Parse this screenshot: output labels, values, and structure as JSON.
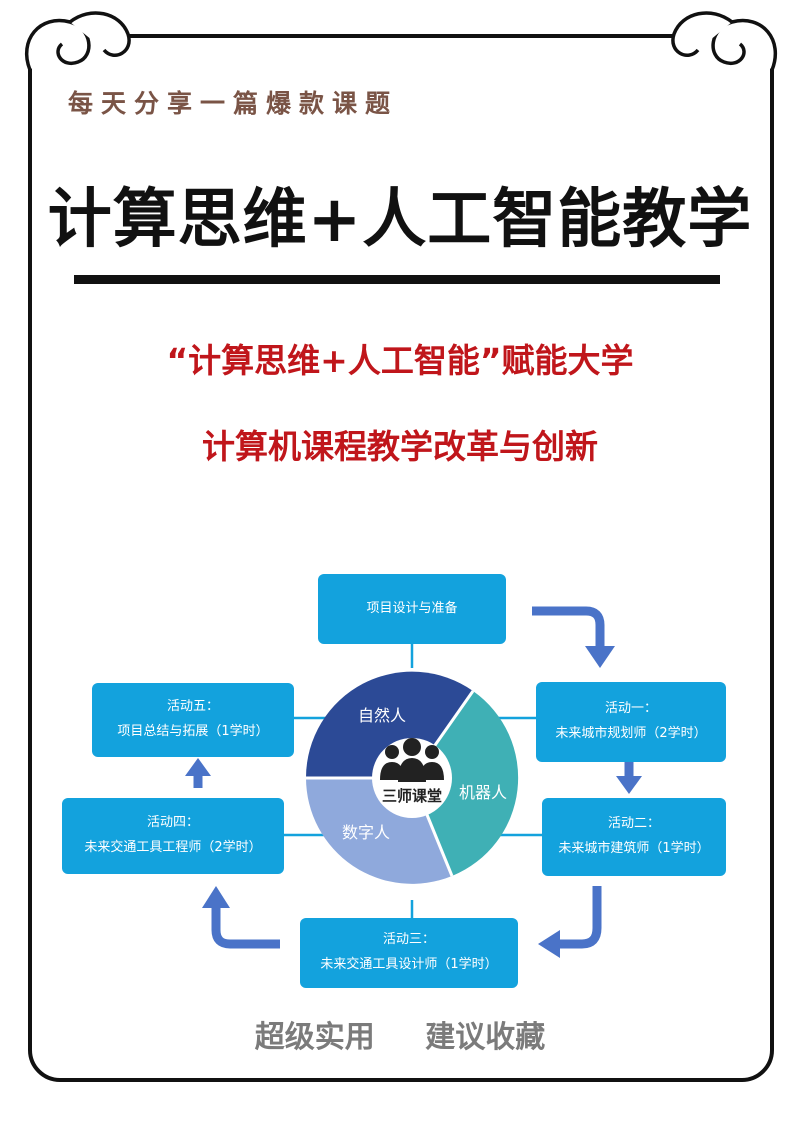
{
  "header": {
    "tagline": "每天分享一篇爆款课题",
    "title": "计算思维+人工智能教学"
  },
  "subtitle": {
    "line1": "“计算思维+人工智能”赋能大学",
    "line2": "计算机课程教学改革与创新"
  },
  "diagram": {
    "center_label": "三师课堂",
    "segments": {
      "natural": "自然人",
      "robot": "机器人",
      "digital": "数字人"
    },
    "boxes": {
      "prep": {
        "line1": "项目设计与准备"
      },
      "act1": {
        "line1": "活动一：",
        "line2": "未来城市规划师（2学时）"
      },
      "act2": {
        "line1": "活动二：",
        "line2": "未来城市建筑师（1学时）"
      },
      "act3": {
        "line1": "活动三：",
        "line2": "未来交通工具设计师（1学时）"
      },
      "act4": {
        "line1": "活动四：",
        "line2": "未来交通工具工程师（2学时）"
      },
      "act5": {
        "line1": "活动五：",
        "line2": "项目总结与拓展（1学时）"
      }
    },
    "colors": {
      "box": "#13a2dd",
      "arrow": "#4a73c8",
      "natural": "#2c4a96",
      "robot": "#3fb0b5",
      "digital": "#8fa9dc"
    }
  },
  "footer": {
    "text": "超级实用 建议收藏"
  }
}
